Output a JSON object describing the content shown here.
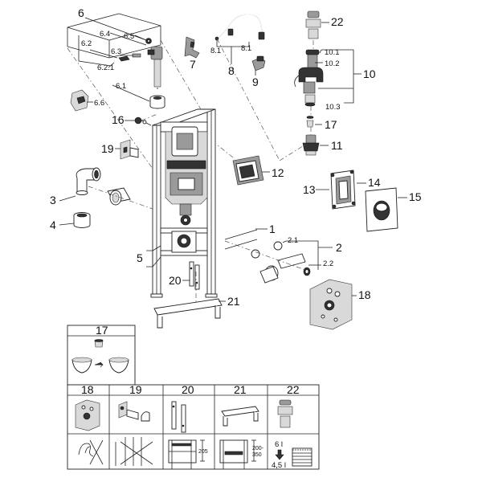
{
  "callouts": {
    "p6": "6",
    "p6_4": "6.4",
    "p6_5": "6.5",
    "p6_2": "6.2",
    "p6_3": "6.3",
    "p6_2_1": "6.2.1",
    "p6_1": "6.1",
    "p6_6": "6.6",
    "p7": "7",
    "p8_1a": "8.1",
    "p8_1b": "8.1",
    "p8": "8",
    "p9": "9",
    "p22": "22",
    "p10_1": "10.1",
    "p10_2": "10.2",
    "p10": "10",
    "p10_3": "10.3",
    "p17": "17",
    "p11": "11",
    "p16": "16",
    "p19": "19",
    "p12": "12",
    "p13": "13",
    "p14": "14",
    "p15": "15",
    "p3": "3",
    "p4": "4",
    "p1": "1",
    "p2_1": "2.1",
    "p2": "2",
    "p5": "5",
    "p2_2": "2.2",
    "p20": "20",
    "p18": "18",
    "p21": "21"
  },
  "table": {
    "top_header": "17",
    "headers": [
      "18",
      "19",
      "20",
      "21",
      "22"
    ],
    "dims": {
      "d205": "205",
      "d200_350": "200-\n350",
      "d200": "200-",
      "d350": "350",
      "d6l": "6 l",
      "d4_5l": "4,5 l"
    }
  },
  "colors": {
    "line": "#222222",
    "fill_dark": "#333333",
    "fill_mid": "#9a9a9a",
    "fill_light": "#d9d9d9"
  }
}
